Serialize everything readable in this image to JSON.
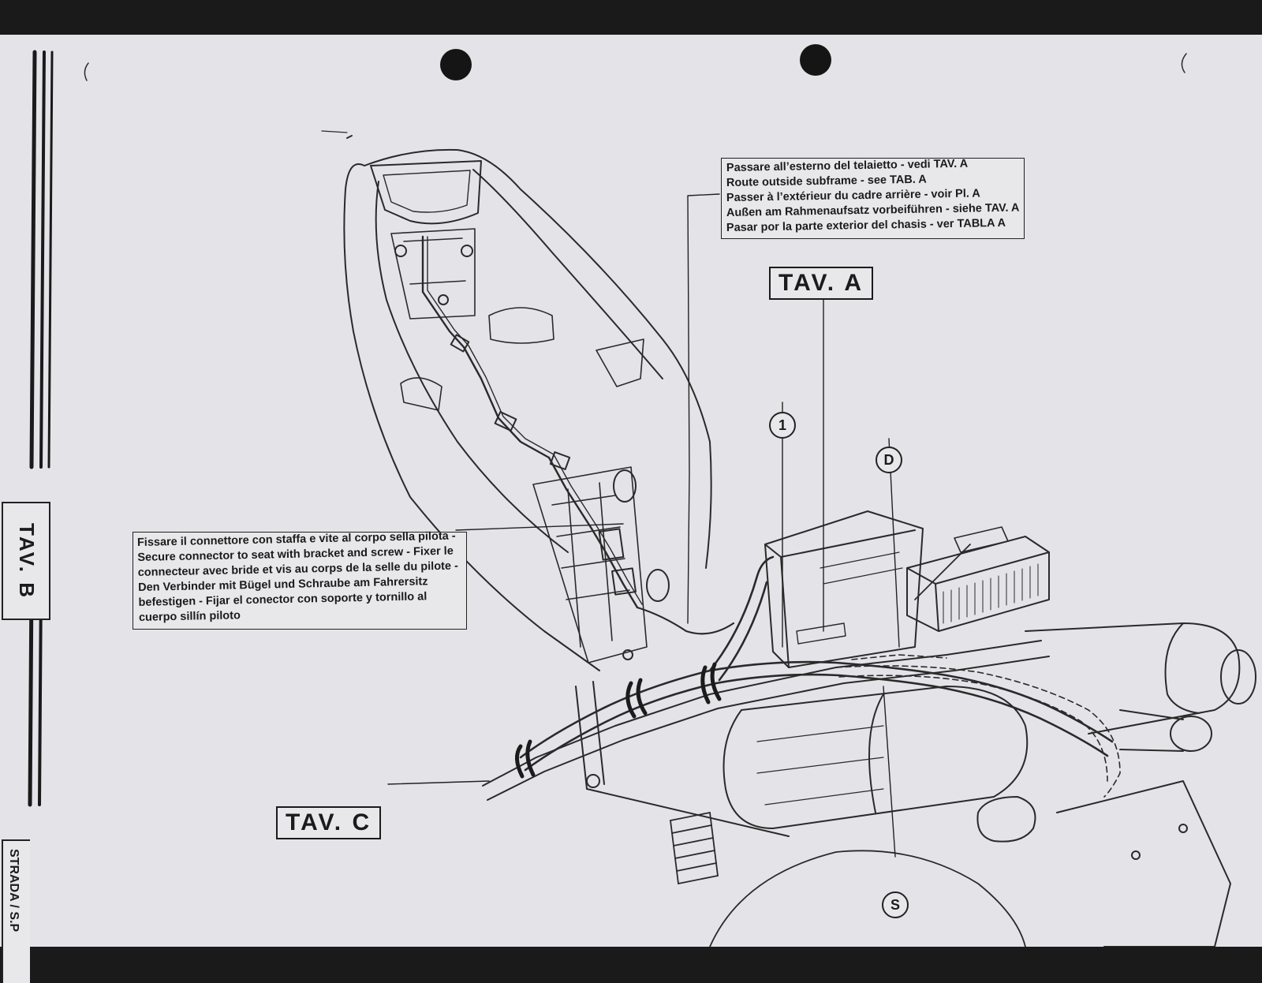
{
  "page": {
    "tab_label": "TAV. B",
    "side_footer": "STRADA / S.P"
  },
  "notes": {
    "route_outside_subframe": [
      "Passare all’esterno del telaietto - vedi TAV. A",
      "Route outside subframe - see TAB. A",
      "Passer à l’extérieur du cadre arrière - voir Pl. A",
      "Außen am Rahmenaufsatz vorbeiführen - siehe TAV. A",
      "Pasar por la parte exterior del chasis - ver TABLA A"
    ],
    "secure_connector": "Fissare il connettore con staffa e vite al corpo sella pilota - Secure connector to seat with bracket and screw - Fixer le connecteur avec bride et vis au corps de la selle du pilote - Den Verbinder mit Bügel und Schraube am Fahrersitz befestigen - Fijar el conector con soporte y tornillo al cuerpo sillín piloto"
  },
  "references": {
    "tav_a": "TAV. A",
    "tav_c": "TAV. C"
  },
  "callouts": {
    "one": "1",
    "d": "D",
    "s": "S"
  }
}
